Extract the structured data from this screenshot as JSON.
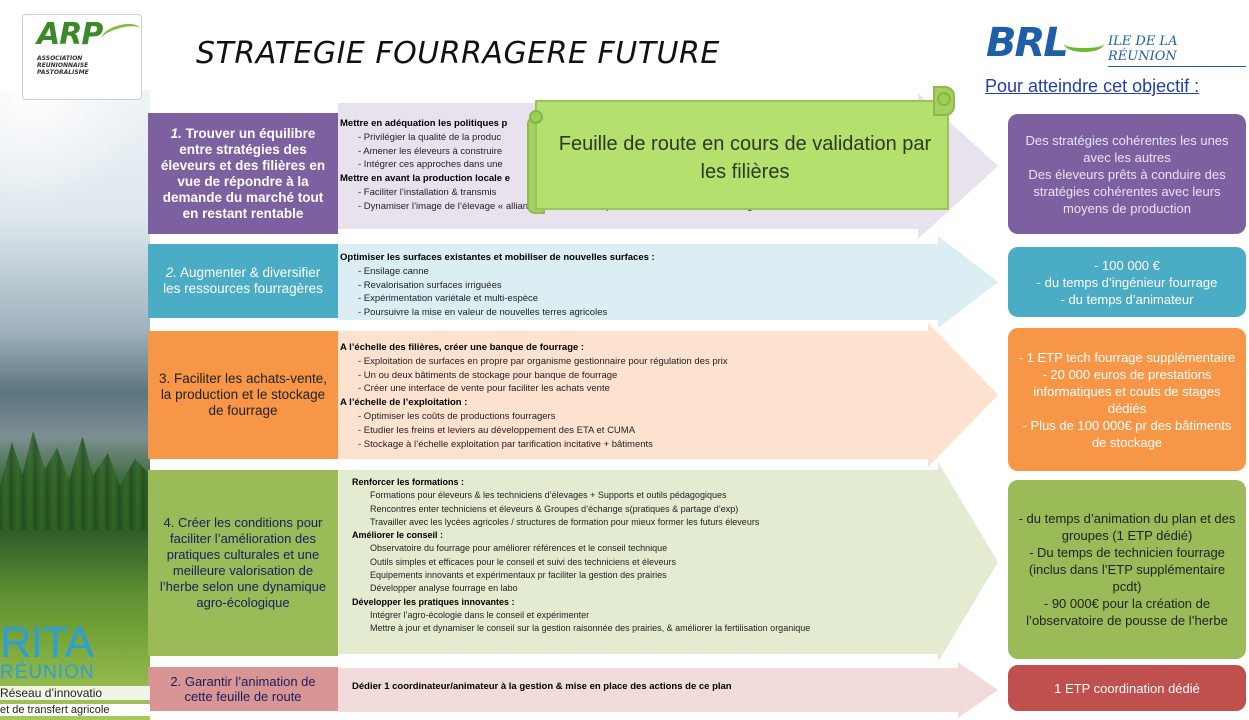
{
  "title": "STRATEGIE FOURRAGERE FUTURE",
  "objective_heading": "Pour atteindre cet objectif :",
  "logos": {
    "arp": {
      "name": "ARP",
      "sub": "ASSOCIATION REUNIONNAISE PASTORALISME"
    },
    "brl": {
      "name": "BRL",
      "sub": "ILE DE LA RÉUNION"
    },
    "rita": {
      "name": "RITA",
      "sub": "RÉUNION",
      "line1": "Réseau d’innovatio",
      "line2": "et de transfert agricole"
    }
  },
  "banner": {
    "text": "Feuille de route en cours de validation par les filières"
  },
  "rows": [
    {
      "number": "1.",
      "title": "Trouver un équilibre entre stratégies des éleveurs et des filières en vue de répondre à la demande du marché tout en restant rentable",
      "actions": [
        {
          "type": "h",
          "text": "Mettre en adéquation les politiques p"
        },
        {
          "type": "i",
          "text": "- Privilégier la qualité de la produc"
        },
        {
          "type": "i",
          "text": "- Amener les éleveurs à construire"
        },
        {
          "type": "i",
          "text": "- Intégrer ces approches dans une"
        },
        {
          "type": "h",
          "text": "Mettre en avant la production locale e"
        },
        {
          "type": "i",
          "text": "- Faciliter l’installation & transmis"
        },
        {
          "type": "i",
          "text": "- Dynamiser l’image de l’élevage « alliance lait & viande » qui donne envie de faire de l’élevage"
        }
      ],
      "resources": [
        "Des stratégies cohérentes les unes avec les autres",
        "Des éleveurs prêts à conduire des stratégies cohérentes avec leurs moyens de production"
      ]
    },
    {
      "number": "2.",
      "title": "Augmenter & diversifier les ressources fourragères",
      "actions": [
        {
          "type": "h",
          "text": "Optimiser les surfaces existantes et mobiliser de nouvelles surfaces :"
        },
        {
          "type": "i",
          "text": "- Ensilage canne"
        },
        {
          "type": "i",
          "text": "- Revalorisation surfaces irriguées"
        },
        {
          "type": "i",
          "text": "- Expérimentation variétale et multi-espèce"
        },
        {
          "type": "i",
          "text": "- Poursuivre la mise en valeur de nouvelles terres agricoles"
        }
      ],
      "resources": [
        "- 100 000 €",
        "- du temps d’ingénieur fourrage",
        "- du temps d’animateur"
      ]
    },
    {
      "number": "3.",
      "title": "Faciliter les achats-vente, la production et le stockage de fourrage",
      "actions": [
        {
          "type": "h",
          "text": "A l’échelle des filières, créer une banque de fourrage :"
        },
        {
          "type": "i",
          "text": "- Exploitation de surfaces en propre par organisme gestionnaire pour régulation des prix"
        },
        {
          "type": "i",
          "text": "- Un ou deux bâtiments de stockage pour banque de fourrage"
        },
        {
          "type": "i",
          "text": "- Créer une interface de vente pour faciliter les achats vente"
        },
        {
          "type": "h",
          "text": "A l’échelle de l’exploitation :"
        },
        {
          "type": "i",
          "text": "- Optimiser les coûts de productions fourragers"
        },
        {
          "type": "i",
          "text": "- Etudier les freins et leviers au développement des ETA et CUMA"
        },
        {
          "type": "i",
          "text": "- Stockage à l’échelle exploitation par tarification incitative + bâtiments"
        }
      ],
      "resources": [
        "- 1 ETP tech fourrage supplémentaire",
        "- 20 000 euros de prestations informatiques et couts de stages dédiés",
        "- Plus de 100 000€ pr des bâtiments de stockage"
      ]
    },
    {
      "number": "4.",
      "title": "Créer les conditions pour faciliter l’amélioration des pratiques culturales et une meilleure valorisation de l’herbe selon une dynamique agro-écologique",
      "actions": [
        {
          "type": "sh",
          "text": "Renforcer les formations :"
        },
        {
          "type": "i2",
          "text": "Formations pour éleveurs & les techniciens d’élevages + Supports et outils pédagogiques"
        },
        {
          "type": "i2",
          "text": "Rencontres enter techniciens et éleveurs & Groupes d’échange s(pratiques & partage d’exp)"
        },
        {
          "type": "i2",
          "text": "Travailler avec les lycées agricoles / structures de formation pour mieux former les futurs éleveurs"
        },
        {
          "type": "sh",
          "text": "Améliorer le conseil :"
        },
        {
          "type": "i2",
          "text": "Observatoire du fourrage pour améliorer références et le conseil technique"
        },
        {
          "type": "i2",
          "text": "Outils simples et efficaces pour le conseil et suivi des techniciens et éleveurs"
        },
        {
          "type": "i2",
          "text": "Equipements innovants et expérimentaux pr faciliter la gestion des prairies"
        },
        {
          "type": "i2",
          "text": "Développer analyse fourrage en labo"
        },
        {
          "type": "sh",
          "text": "Développer les pratiques innovantes :"
        },
        {
          "type": "i2",
          "text": "Intégrer l’agro-écologie dans le conseil et expérimenter"
        },
        {
          "type": "i2",
          "text": "Mettre à jour et dynamiser le conseil sur la gestion raisonnée des prairies, & améliorer la fertilisation organique"
        }
      ],
      "resources": [
        "- du temps d’animation du plan et des groupes (1 ETP dédié)",
        "- Du temps de technicien fourrage (inclus dans l’ETP supplémentaire pcdt)",
        "- 90 000€ pour la création de l’observatoire de pousse de l’herbe"
      ]
    },
    {
      "number": "2.",
      "title": "Garantir l’animation de cette feuille de route",
      "actions": [
        {
          "type": "h",
          "text": "Dédier 1 coordinateur/animateur à la gestion & mise en place des actions de ce plan"
        }
      ],
      "resources": [
        "1 ETP coordination dédié"
      ]
    }
  ],
  "colors": {
    "row1_left": "#7d60a0",
    "row1_right": "#7d60a0",
    "row1_arrow": "#e7e2ee",
    "row2_left": "#4bacc6",
    "row2_right": "#4bacc6",
    "row2_arrow": "#daeef3",
    "row3_left": "#f79646",
    "row3_right": "#f79646",
    "row3_arrow": "#fde2cf",
    "row4_left": "#9bbb59",
    "row4_right": "#9bbb59",
    "row4_arrow": "#e3ecd1",
    "row5_left": "#d99594",
    "row5_right": "#c0504d",
    "row5_arrow": "#f2dcdb",
    "banner": "#b4e06e",
    "title_link": "#1f3fae"
  }
}
